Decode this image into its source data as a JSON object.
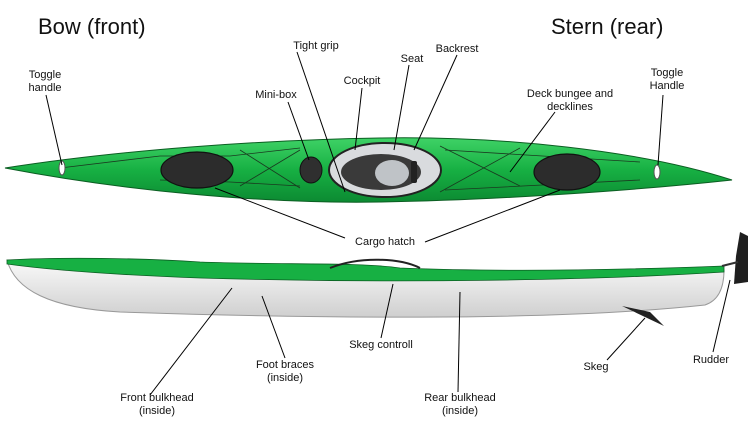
{
  "headings": {
    "bow": "Bow (front)",
    "stern": "Stern (rear)"
  },
  "labels": {
    "toggle_handle_front": [
      "Toggle",
      "handle"
    ],
    "toggle_handle_rear": [
      "Toggle",
      "Handle"
    ],
    "tight_grip": "Tight grip",
    "seat": "Seat",
    "backrest": "Backrest",
    "mini_box": "Mini-box",
    "cockpit": "Cockpit",
    "deck_bungee": [
      "Deck bungee and",
      "decklines"
    ],
    "cargo_hatch": "Cargo hatch",
    "foot_braces": [
      "Foot braces",
      "(inside)"
    ],
    "skeg_control": "Skeg controll",
    "front_bulkhead": [
      "Front bulkhead",
      "(inside)"
    ],
    "rear_bulkhead": [
      "Rear bulkhead",
      "(inside)"
    ],
    "skeg": "Skeg",
    "rudder": "Rudder"
  },
  "colors": {
    "hull_green": "#1fb84a",
    "hull_green_dark": "#0e7a2c",
    "hull_white": "#f2f2f2",
    "hatch_dark": "#2c2c2c",
    "line": "#000000"
  }
}
